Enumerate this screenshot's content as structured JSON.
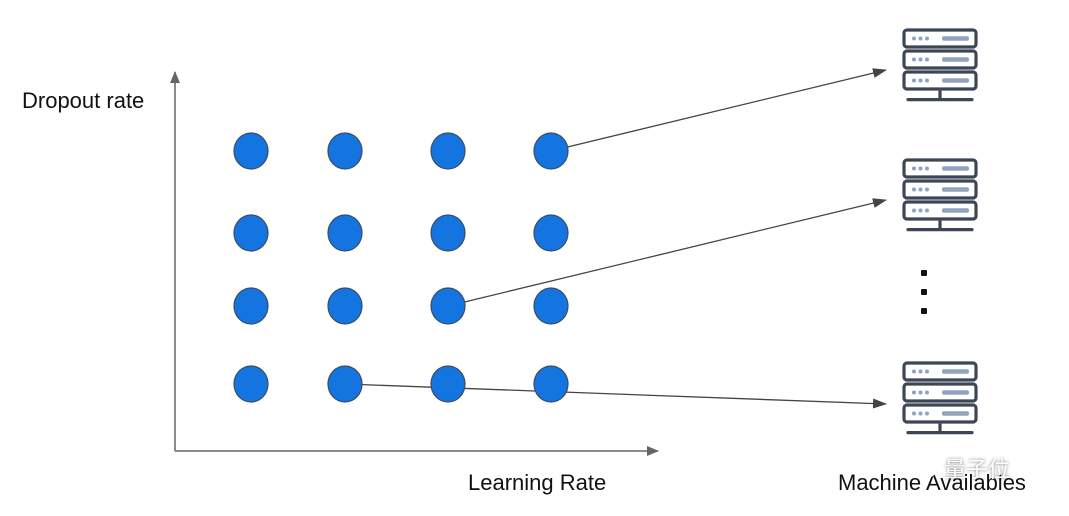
{
  "labels": {
    "y_axis": "Dropout rate",
    "x_axis": "Learning Rate",
    "machines": "Machine Availables",
    "ellipsis": "⋮"
  },
  "grid": {
    "rows": 4,
    "cols": 4,
    "node_fill": "#1474e0",
    "node_stroke": "#3a4d63"
  },
  "assignments": [
    {
      "from_row": 0,
      "from_col": 3,
      "to_server": 0
    },
    {
      "from_row": 2,
      "from_col": 2,
      "to_server": 1
    },
    {
      "from_row": 3,
      "from_col": 1,
      "to_server": 2
    }
  ],
  "servers": [
    {
      "icon": "server-icon"
    },
    {
      "icon": "server-icon"
    },
    {
      "icon": "server-icon"
    }
  ],
  "colors": {
    "axis": "#666666",
    "arrow": "#444444",
    "server_body": "#3c4654",
    "server_led": "#8fa3bf",
    "server_bar": "#8fa3bf"
  },
  "watermark": {
    "text": "量子位",
    "icon": "wechat-logo-icon"
  }
}
